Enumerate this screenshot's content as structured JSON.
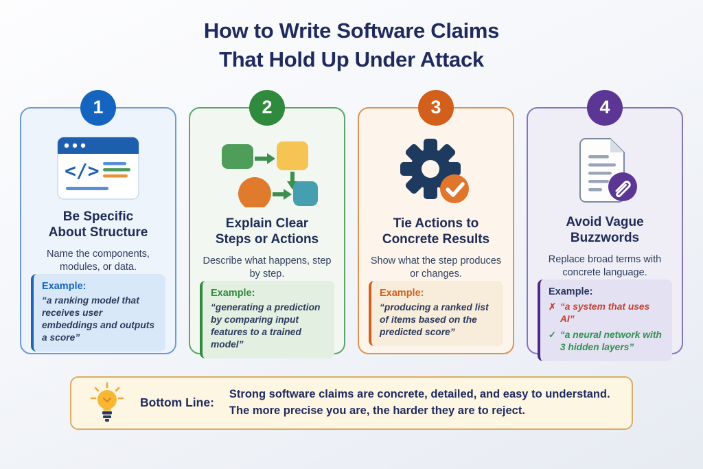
{
  "page": {
    "title_line1": "How to Write Software Claims",
    "title_line2": "That Hold Up Under Attack"
  },
  "cards": [
    {
      "number": "1",
      "icon": "code-window-icon",
      "accent_color": "#1565c0",
      "title_line1": "Be Specific",
      "title_line2": "About Structure",
      "subtitle": "Name the components, modules, or data.",
      "example_label": "Example:",
      "example_text": "“a ranking model that receives user embeddings and outputs a score”"
    },
    {
      "number": "2",
      "icon": "flowchart-icon",
      "accent_color": "#2f8a3d",
      "title_line1": "Explain Clear",
      "title_line2": "Steps or Actions",
      "subtitle": "Describe what happens, step by step.",
      "example_label": "Example:",
      "example_text": "“generating a prediction by comparing input features to a trained model”"
    },
    {
      "number": "3",
      "icon": "gear-check-icon",
      "accent_color": "#d2601c",
      "title_line1": "Tie Actions to",
      "title_line2": "Concrete Results",
      "subtitle": "Show what the step produces or changes.",
      "example_label": "Example:",
      "example_text": "“producing a ranked list of items based on the predicted score”"
    },
    {
      "number": "4",
      "icon": "document-paperclip-icon",
      "accent_color": "#5b3694",
      "title_line1": "Avoid Vague",
      "title_line2": "Buzzwords",
      "subtitle": "Replace broad terms with concrete language.",
      "example_label": "Example:",
      "example_items": [
        {
          "mark": "✗",
          "type": "bad",
          "text": "“a system that uses AI”"
        },
        {
          "mark": "✓",
          "type": "good",
          "text": "“a neural network with 3 hidden layers”"
        }
      ]
    }
  ],
  "bottom_line": {
    "icon": "lightbulb-icon",
    "label": "Bottom Line:",
    "line1": "Strong software claims are concrete, detailed, and easy to understand.",
    "line2": "The more precise you are, the harder they are to reject."
  }
}
